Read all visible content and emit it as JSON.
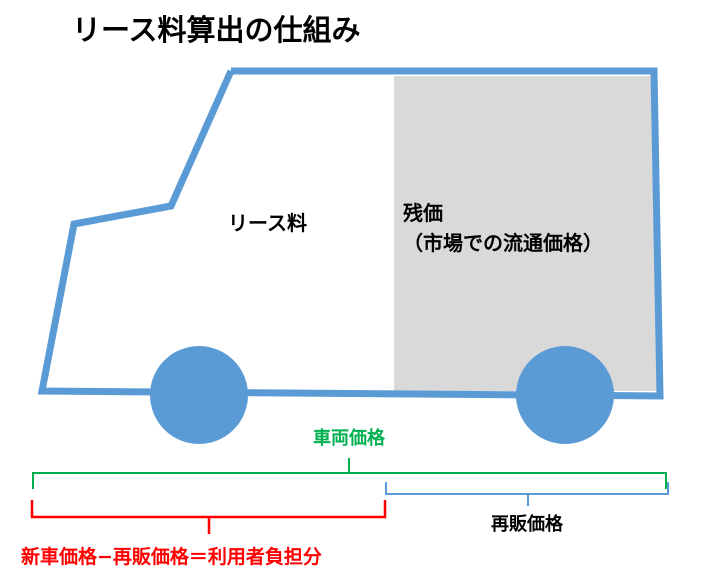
{
  "title": "リース料算出の仕組み",
  "labels": {
    "lease_fee": "リース料",
    "residual_line1": "残価",
    "residual_line2": "（市場での流通価格）",
    "vehicle_price": "車両価格",
    "resale_price": "再販価格",
    "user_burden": "新車価格−再販価格＝利用者負担分"
  },
  "colors": {
    "body_outline": "#5b9bd5",
    "wheel": "#5b9bd5",
    "residual_fill": "#d9d9d9",
    "vehicle_price": "#00b050",
    "resale_price": "#5b9bd5",
    "user_burden": "#ff0000"
  }
}
